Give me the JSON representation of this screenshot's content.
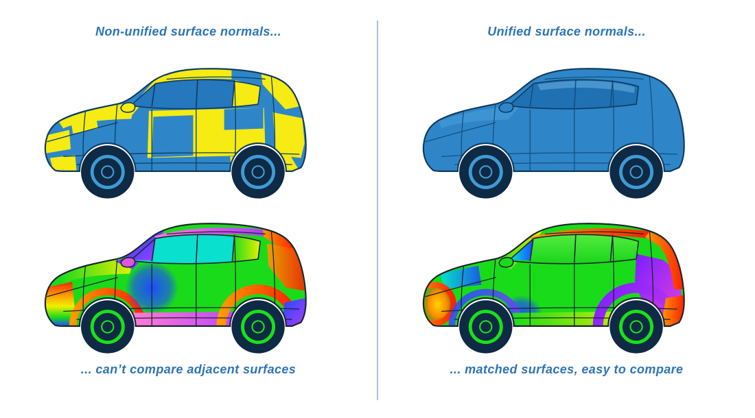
{
  "left_panel": {
    "title": "Non-unified surface normals...",
    "caption": "... can’t compare adjacent surfaces"
  },
  "right_panel": {
    "title": "Unified surface normals...",
    "caption": "... matched surfaces, easy to compare"
  },
  "figures": {
    "top_left": "car-model-mixed-yellow-blue-normals",
    "bottom_left": "car-model-rainbow-deviation-mismatched",
    "top_right": "car-model-uniform-blue-normals",
    "bottom_right": "car-model-rainbow-deviation-matched"
  },
  "colors": {
    "title_text": "#2D74B8",
    "divider": "#A8C0DC",
    "body_blue": "#2E86C8",
    "patch_yellow": "#F6EB12",
    "outline_navy": "#0F3B60",
    "outline_dark": "#1C2430",
    "rainbow_green": "#1ADB1A",
    "rainbow_cyan": "#0AE0CE",
    "rainbow_magenta": "#E055E0",
    "rainbow_orange": "#FF8A00",
    "rainbow_red": "#FF2200",
    "rainbow_blue": "#1E4BFF",
    "rainbow_purple": "#8A2BE2"
  }
}
